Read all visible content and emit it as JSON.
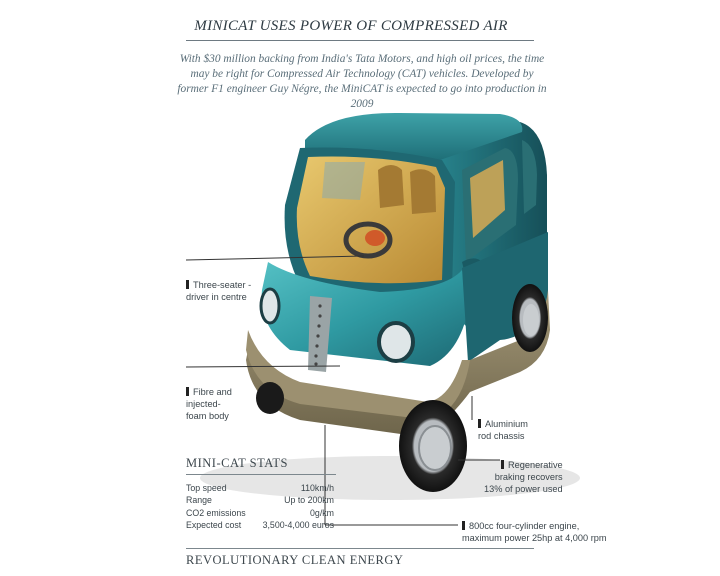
{
  "article": {
    "title": "MINICAT USES POWER OF COMPRESSED AIR",
    "intro": "With $30 million backing from India's Tata Motors, and high oil prices, the time may be right for Compressed Air Technology (CAT) vehicles. Developed by former F1 engineer Guy Négre, the MiniCAT is expected to go into production in 2009"
  },
  "callouts": {
    "seating": "Three-seater -\ndriver in centre",
    "body": "Fibre and\ninjected-\nfoam body",
    "chassis": "Aluminium\nrod chassis",
    "braking": "Regenerative\nbraking recovers\n13% of power used",
    "engine": "800cc four-cylinder engine,\nmaximum power 25hp at 4,000 rpm"
  },
  "stats": {
    "heading": "MINI-CAT STATS",
    "rows": [
      {
        "label": "Top speed",
        "value": "110km/h"
      },
      {
        "label": "Range",
        "value": "Up to 200km"
      },
      {
        "label": "CO2 emissions",
        "value": "0g/km"
      },
      {
        "label": "Expected cost",
        "value": "3,500-4,000 euros"
      }
    ]
  },
  "footer_heading": "REVOLUTIONARY CLEAN ENERGY",
  "colors": {
    "car_teal": "#2f8f96",
    "car_dark_teal": "#1f6e78",
    "car_skirt": "#8d8263",
    "interior": "#d6a44a",
    "text": "#3c464c"
  }
}
